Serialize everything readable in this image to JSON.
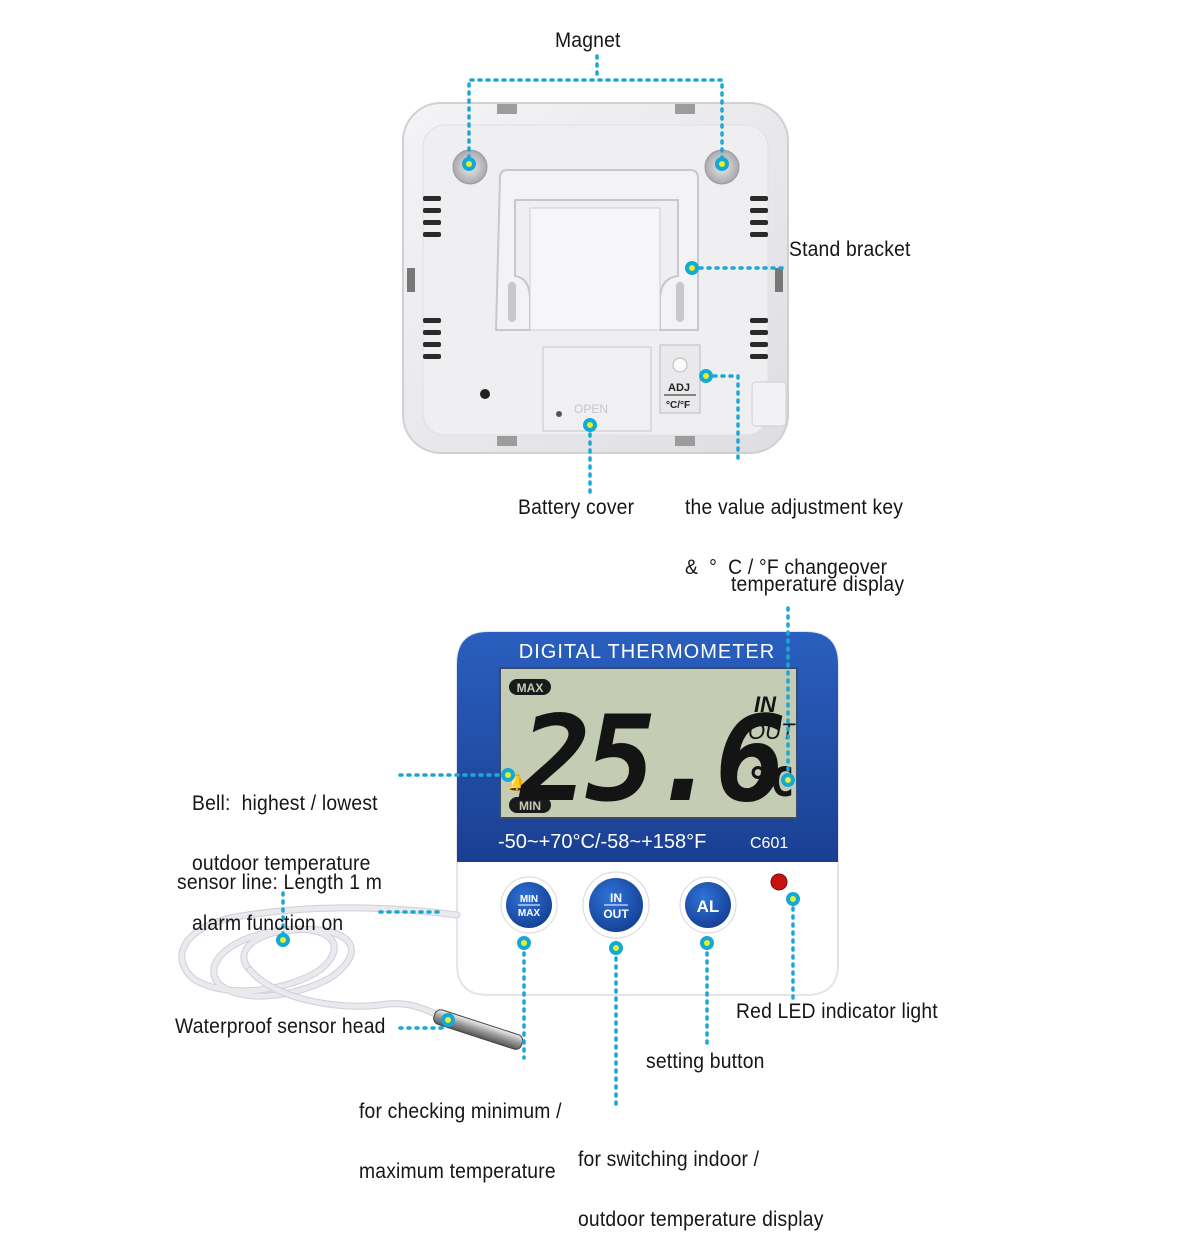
{
  "labels": {
    "magnet": "Magnet",
    "stand_bracket": "Stand bracket",
    "adjust_key_line1": "the value adjustment key",
    "adjust_key_line2": "&  °  C / °F changeover",
    "battery_cover": "Battery cover",
    "temperature_display": "temperature display",
    "bell_line1": "Bell:  highest / lowest",
    "bell_line2": "outdoor temperature",
    "bell_line3": "alarm function on",
    "sensor_line": "sensor line: Length 1 m",
    "sensor_head": "Waterproof sensor head",
    "minmax_line1": "for checking minimum /",
    "minmax_line2": "maximum temperature",
    "setting_button": "setting button",
    "red_led": "Red LED indicator light",
    "inout_line1": "for switching indoor /",
    "inout_line2": "outdoor temperature display"
  },
  "device": {
    "header": "DIGITAL  THERMOMETER",
    "reading": "25.6",
    "unit": "°C",
    "in_text": "IN",
    "out_text": "OUT",
    "max_badge": "MAX",
    "min_badge": "MIN",
    "range": "-50~+70°C/-58~+158°F",
    "model": "C601",
    "btn_minmax_top": "MIN",
    "btn_minmax_bottom": "MAX",
    "btn_inout_top": "IN",
    "btn_inout_bottom": "OUT",
    "btn_al": "AL",
    "adj_top": "ADJ",
    "adj_bottom": "°C/°F",
    "battery_text": "OPEN"
  },
  "colors": {
    "callout_line": "#1aa8d6",
    "callout_dot_ring": "#12a9d8",
    "callout_dot_fill": "#e6f02a",
    "device_blue": "#1d4ea8",
    "lcd_green": "#c3ccb1",
    "led_red": "#c81212"
  }
}
